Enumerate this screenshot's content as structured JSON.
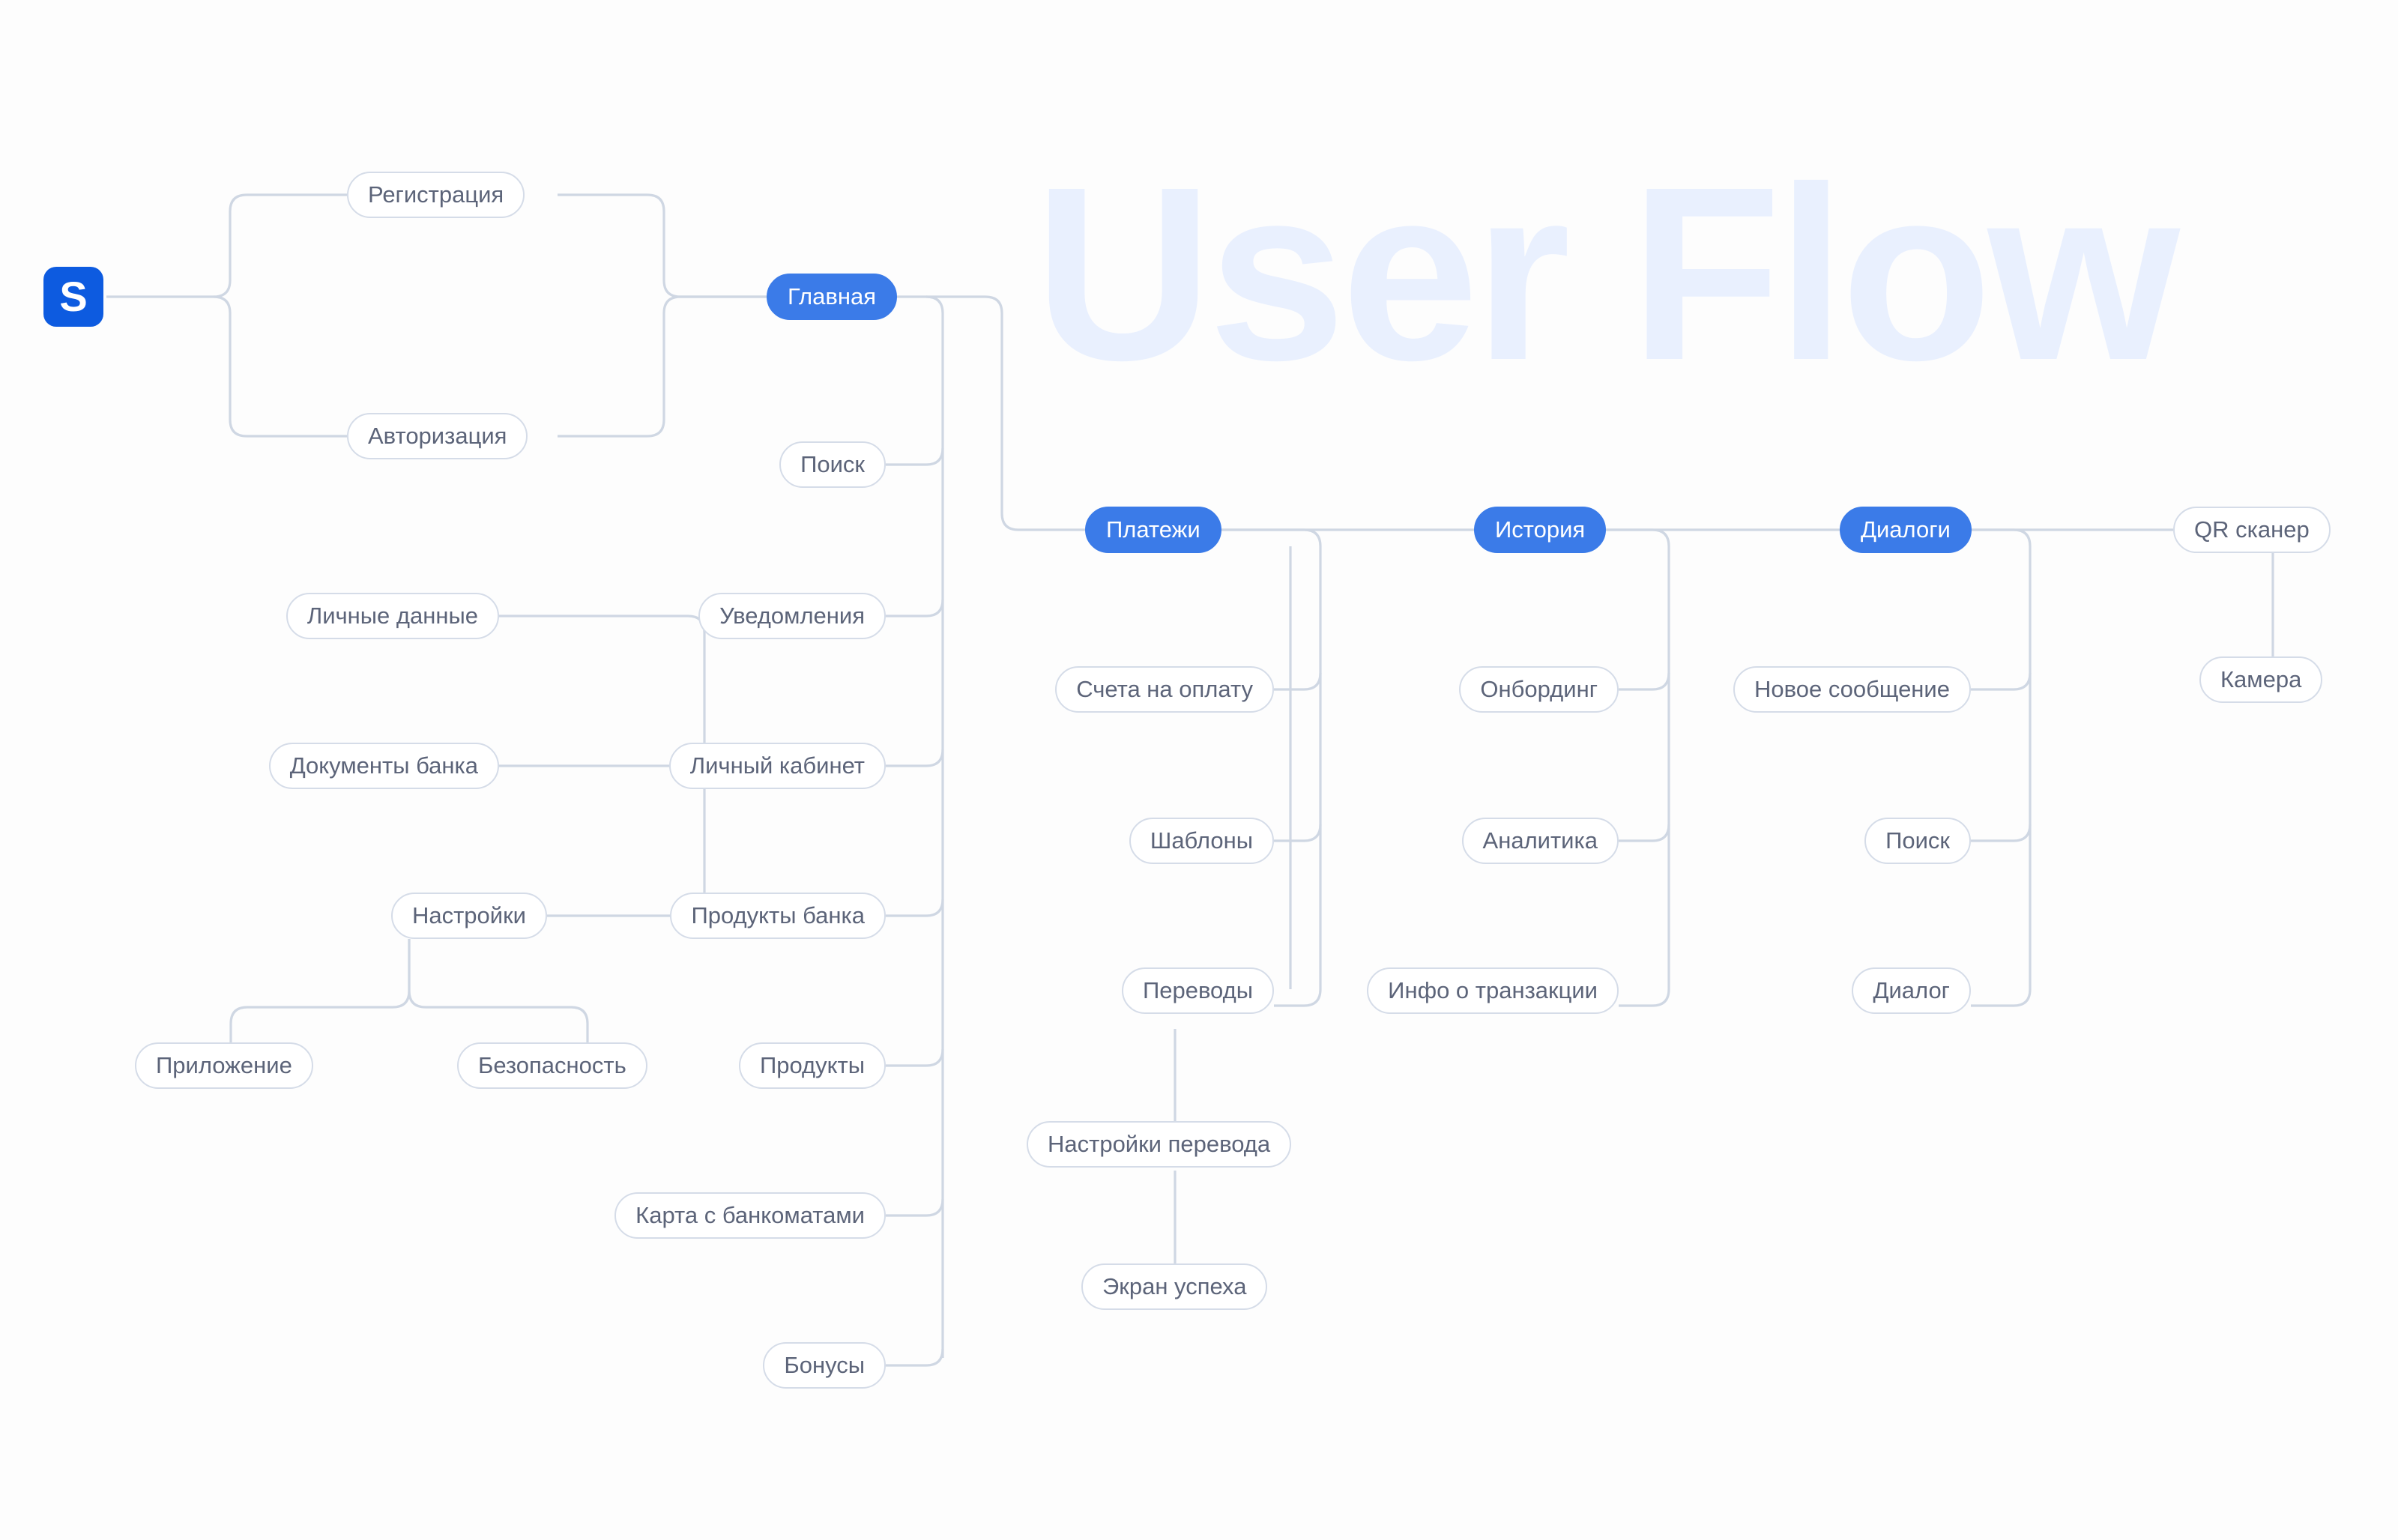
{
  "title": "User Flow",
  "watermark": "User Flow",
  "colors": {
    "background": "#FDFDFD",
    "primary_node": "#3B7BE8",
    "logo": "#0D5BE0",
    "node_border": "#D5DCE8",
    "node_text": "#5C6479",
    "link": "#CFD7E3",
    "watermark": "#E9F0FE"
  },
  "logo": {
    "label": "S"
  },
  "nodes": {
    "registration": {
      "label": "Регистрация",
      "type": "default"
    },
    "authorization": {
      "label": "Авторизация",
      "type": "default"
    },
    "home": {
      "label": "Главная",
      "type": "primary"
    },
    "search_home": {
      "label": "Поиск",
      "type": "default"
    },
    "notifications": {
      "label": "Уведомления",
      "type": "default"
    },
    "personal_account": {
      "label": "Личный кабинет",
      "type": "default"
    },
    "bank_products": {
      "label": "Продукты банка",
      "type": "default"
    },
    "products": {
      "label": "Продукты",
      "type": "default"
    },
    "atm_map": {
      "label": "Карта с банкоматами",
      "type": "default"
    },
    "bonuses": {
      "label": "Бонусы",
      "type": "default"
    },
    "personal_data": {
      "label": "Личные данные",
      "type": "default"
    },
    "bank_documents": {
      "label": "Документы банка",
      "type": "default"
    },
    "settings": {
      "label": "Настройки",
      "type": "default"
    },
    "application": {
      "label": "Приложение",
      "type": "default"
    },
    "security": {
      "label": "Безопасность",
      "type": "default"
    },
    "payments": {
      "label": "Платежи",
      "type": "primary"
    },
    "invoices": {
      "label": "Счета на оплату",
      "type": "default"
    },
    "templates": {
      "label": "Шаблоны",
      "type": "default"
    },
    "transfers": {
      "label": "Переводы",
      "type": "default"
    },
    "transfer_settings": {
      "label": "Настройки перевода",
      "type": "default"
    },
    "success_screen": {
      "label": "Экран успеха",
      "type": "default"
    },
    "history": {
      "label": "История",
      "type": "primary"
    },
    "onboarding": {
      "label": "Онбординг",
      "type": "default"
    },
    "analytics": {
      "label": "Аналитика",
      "type": "default"
    },
    "transaction_info": {
      "label": "Инфо о транзакции",
      "type": "default"
    },
    "dialogs": {
      "label": "Диалоги",
      "type": "primary"
    },
    "new_message": {
      "label": "Новое сообщение",
      "type": "default"
    },
    "search_dialogs": {
      "label": "Поиск",
      "type": "default"
    },
    "dialog": {
      "label": "Диалог",
      "type": "default"
    },
    "qr_scanner": {
      "label": "QR сканер",
      "type": "default"
    },
    "camera": {
      "label": "Камера",
      "type": "default"
    }
  }
}
